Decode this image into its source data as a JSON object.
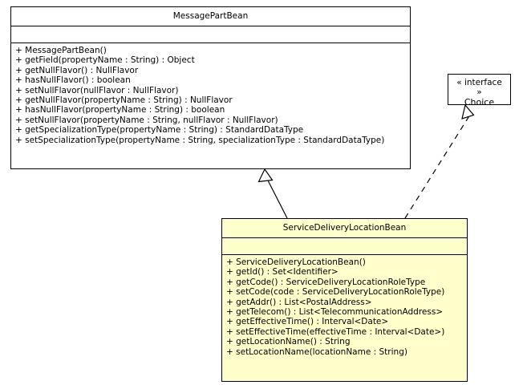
{
  "diagram": {
    "type": "uml-class-diagram",
    "background": "#ffffff",
    "line_color": "#000000",
    "highlight_fill": "#ffffcc",
    "plain_fill": "#ffffff"
  },
  "classes": {
    "message_part_bean": {
      "name": "MessagePartBean",
      "attributes": [],
      "operations": [
        "+ MessagePartBean()",
        "+ getField(propertyName : String) : Object",
        "+ getNullFlavor() : NullFlavor",
        "+ hasNullFlavor() : boolean",
        "+ setNullFlavor(nullFlavor : NullFlavor)",
        "+ getNullFlavor(propertyName : String) : NullFlavor",
        "+ hasNullFlavor(propertyName : String) : boolean",
        "+ setNullFlavor(propertyName : String, nullFlavor : NullFlavor)",
        "+ getSpecializationType(propertyName : String) : StandardDataType",
        "+ setSpecializationType(propertyName : String, specializationType : StandardDataType)"
      ]
    },
    "service_delivery_location_bean": {
      "name": "ServiceDeliveryLocationBean",
      "attributes": [],
      "operations": [
        "+ ServiceDeliveryLocationBean()",
        "+ getId() : Set<Identifier>",
        "+ getCode() : ServiceDeliveryLocationRoleType",
        "+ setCode(code : ServiceDeliveryLocationRoleType)",
        "+ getAddr() : List<PostalAddress>",
        "+ getTelecom() : List<TelecommunicationAddress>",
        "+ getEffectiveTime() : Interval<Date>",
        "+ setEffectiveTime(effectiveTime : Interval<Date>)",
        "+ getLocationName() : String",
        "+ setLocationName(locationName : String)"
      ]
    }
  },
  "interfaces": {
    "choice": {
      "stereotype": "« interface »",
      "name": "Choice"
    }
  },
  "relationships": [
    {
      "name": "generalization",
      "from": "ServiceDeliveryLocationBean",
      "to": "MessagePartBean",
      "style": "solid",
      "arrow": "hollow-triangle"
    },
    {
      "name": "realization",
      "from": "ServiceDeliveryLocationBean",
      "to": "Choice",
      "style": "dashed",
      "arrow": "hollow-triangle"
    }
  ]
}
